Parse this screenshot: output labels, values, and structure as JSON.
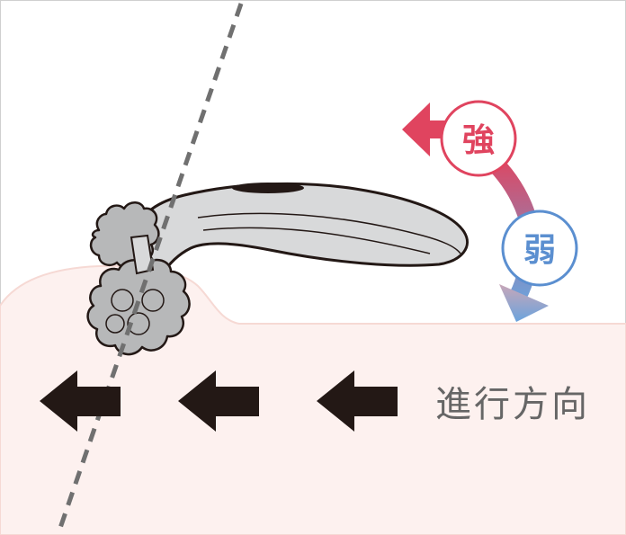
{
  "labels": {
    "strong": "強",
    "weak": "弱",
    "direction": "進行方向"
  },
  "colors": {
    "skin": "#fdf1ef",
    "strong": "#e0445f",
    "weak": "#5b8fd0",
    "arrow": "#231815",
    "device": "#d8d9da",
    "dashed_line": "#707070",
    "direction_text": "#666666",
    "frame": "#d0d0d0"
  },
  "icons": {
    "motion_arrows": "left-arrow",
    "pressure_indicator": "curved-double-arrow"
  }
}
